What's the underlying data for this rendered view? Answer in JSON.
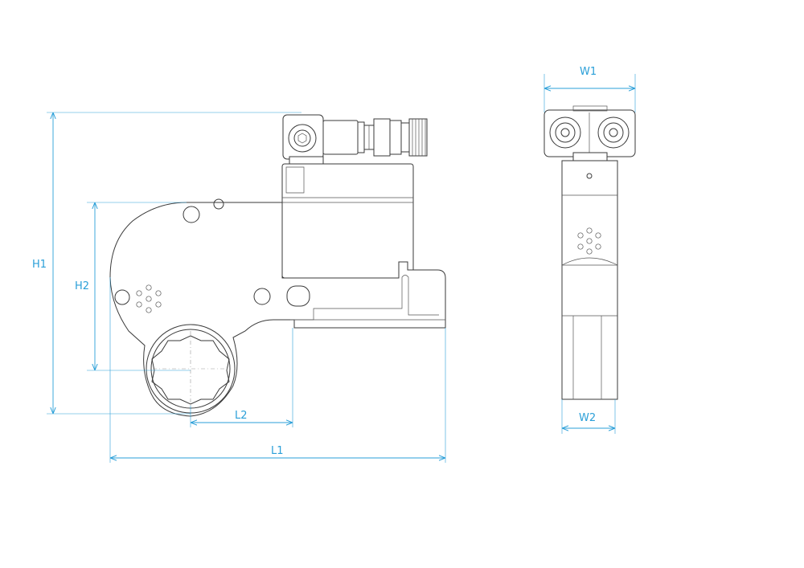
{
  "colors": {
    "dimension": "#2a9fd8",
    "outline": "#3a3a3a",
    "background": "#ffffff"
  },
  "dimensions": {
    "h1": "H1",
    "h2": "H2",
    "l1": "L1",
    "l2": "L2",
    "w1": "W1",
    "w2": "W2"
  }
}
